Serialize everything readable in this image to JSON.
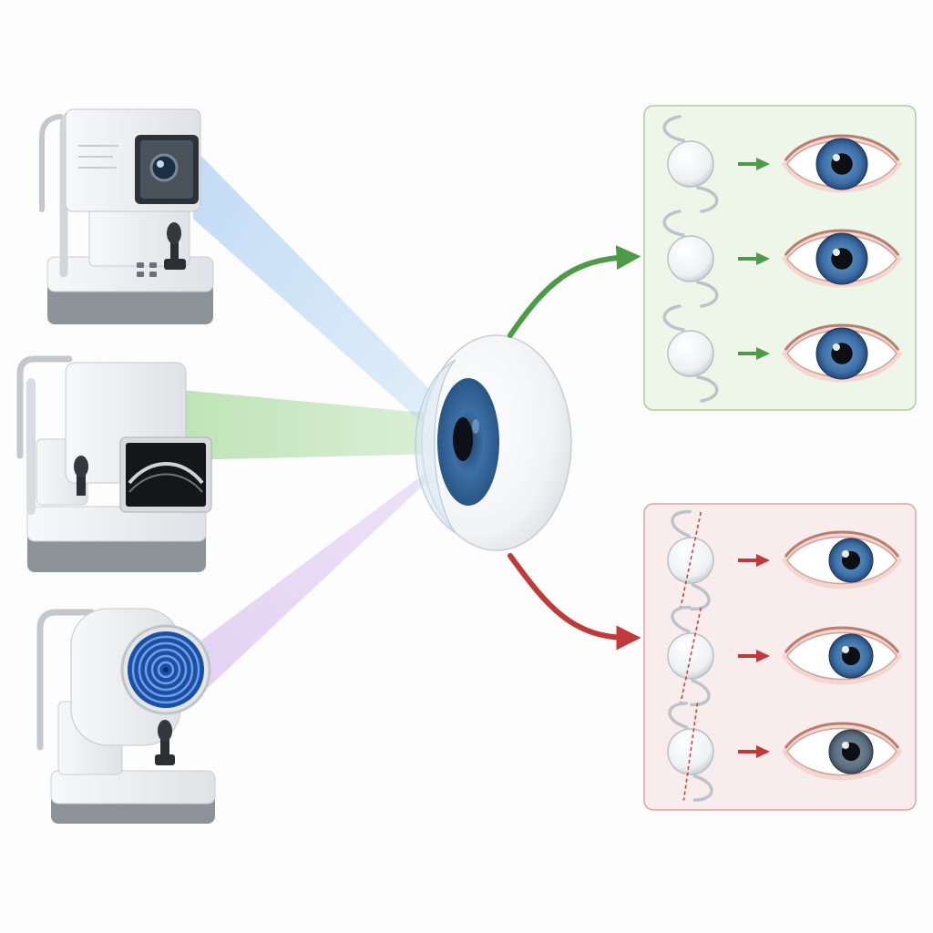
{
  "colors": {
    "background": "#fdfdfd",
    "beam_biometer": "#8fc0ee",
    "beam_oct": "#8ccf7e",
    "beam_topographer": "#c9a6e8",
    "good_arrow": "#4f9a48",
    "good_panel_fill": "#eef6ea",
    "good_panel_border": "#a9cf9d",
    "bad_arrow": "#bf3a3a",
    "bad_panel_fill": "#f8ecec",
    "bad_panel_border": "#dba4a4",
    "iris": "#3c6fa6",
    "iris_dim": "#5d7081",
    "misalign_line": "#c8433f"
  },
  "devices": [
    {
      "id": "biometer",
      "icon": "optical-biometer-icon"
    },
    {
      "id": "oct",
      "icon": "anterior-oct-scanner-icon"
    },
    {
      "id": "topographer",
      "icon": "placido-topographer-icon"
    }
  ],
  "center_eye": {
    "icon": "eyeball-cross-section-icon"
  },
  "outcomes": {
    "aligned": {
      "icon": "aligned-iol-icon",
      "rows": [
        {
          "iol_tilt": 0,
          "eye_icon": "clear-vision-eye-icon",
          "iris_shade": "normal"
        },
        {
          "iol_tilt": 0,
          "eye_icon": "clear-vision-eye-icon",
          "iris_shade": "normal"
        },
        {
          "iol_tilt": 0,
          "eye_icon": "clear-vision-eye-icon",
          "iris_shade": "normal"
        }
      ]
    },
    "misaligned": {
      "icon": "misaligned-iol-icon",
      "rows": [
        {
          "iol_tilt": 12,
          "eye_icon": "reduced-vision-eye-icon",
          "iris_shade": "normal"
        },
        {
          "iol_tilt": 12,
          "eye_icon": "reduced-vision-eye-icon",
          "iris_shade": "normal"
        },
        {
          "iol_tilt": 8,
          "eye_icon": "blurred-vision-eye-icon",
          "iris_shade": "dim"
        }
      ]
    }
  }
}
